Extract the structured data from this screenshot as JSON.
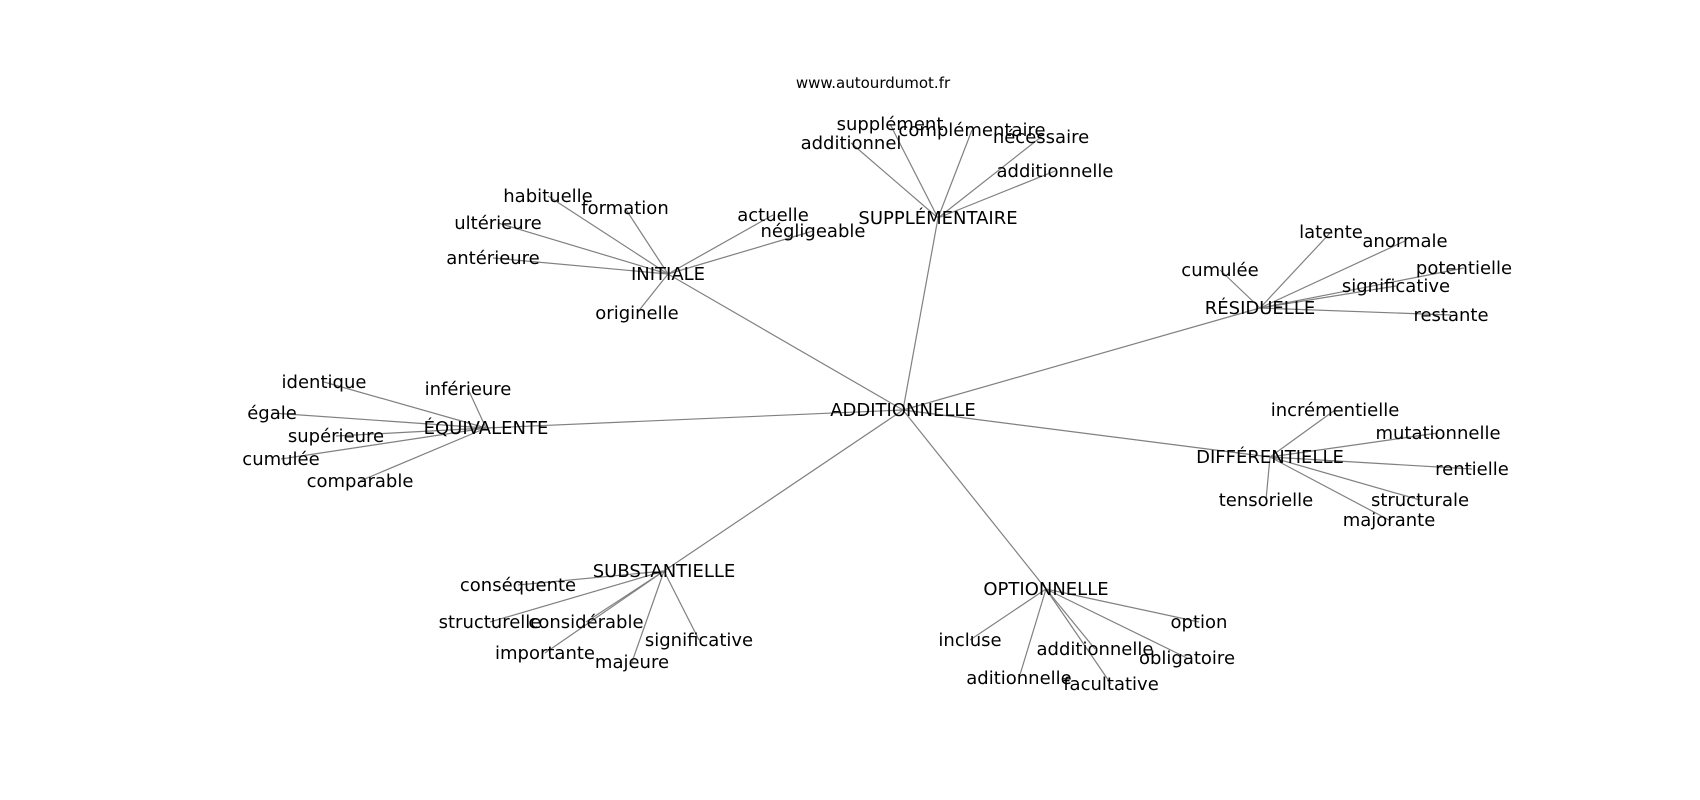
{
  "source": "www.autourdumot.fr",
  "edge_color": "#808080",
  "text_color": "#000000",
  "center": "ADDITIONNELLE",
  "groups": [
    {
      "hub": "SUPPLÉMENTAIRE",
      "leaves": [
        "supplément",
        "complémentaire",
        "additionnel",
        "nécessaire",
        "additionnelle"
      ]
    },
    {
      "hub": "INITIALE",
      "leaves": [
        "habituelle",
        "formation",
        "ultérieure",
        "antérieure",
        "actuelle",
        "négligeable",
        "originelle"
      ]
    },
    {
      "hub": "RÉSIDUELLE",
      "leaves": [
        "latente",
        "anormale",
        "cumulée",
        "potentielle",
        "significative",
        "restante"
      ]
    },
    {
      "hub": "ÉQUIVALENTE",
      "leaves": [
        "identique",
        "inférieure",
        "égale",
        "supérieure",
        "cumulée",
        "comparable"
      ]
    },
    {
      "hub": "DIFFÉRENTIELLE",
      "leaves": [
        "incrémentielle",
        "mutationnelle",
        "rentielle",
        "tensorielle",
        "structurale",
        "majorante"
      ]
    },
    {
      "hub": "SUBSTANTIELLE",
      "leaves": [
        "conséquente",
        "structurelle",
        "considérable",
        "importante",
        "majeure",
        "significative"
      ]
    },
    {
      "hub": "OPTIONNELLE",
      "leaves": [
        "option",
        "incluse",
        "additionnelle",
        "obligatoire",
        "aditionnelle",
        "facultative"
      ]
    }
  ]
}
